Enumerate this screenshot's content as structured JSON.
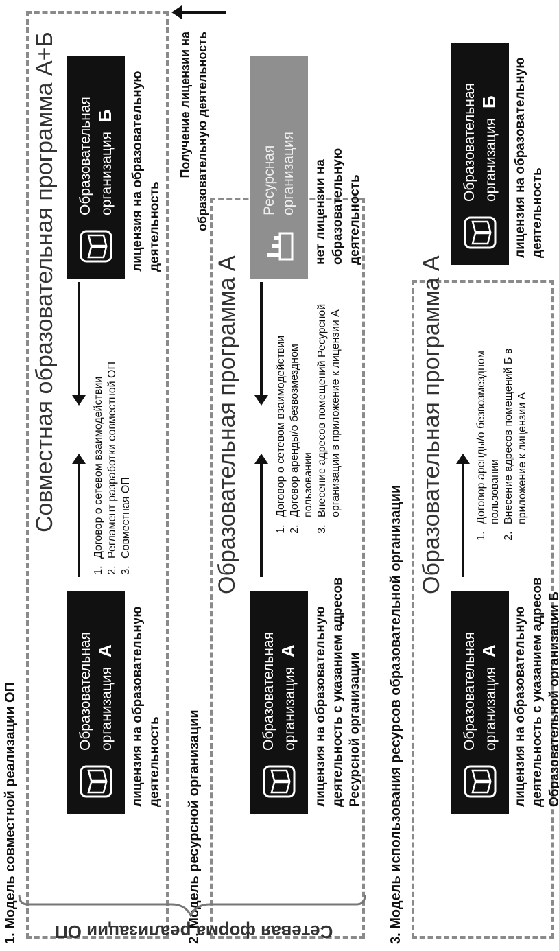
{
  "side_label": "Сетевая форма реализации ОП",
  "sections": [
    {
      "heading": "1. Модель совместной реализации ОП",
      "program": "Совместная образовательная программа А+Б",
      "left_org": {
        "name_line1": "Образовательная",
        "name_line2": "организация",
        "letter": "А"
      },
      "right_org": {
        "name_line1": "Образовательная",
        "name_line2": "организация",
        "letter": "Б"
      },
      "left_note": "лицензия на образовательную деятельность",
      "right_note": "лицензия на образовательную деятельность",
      "items": [
        "Договор о сетевом взаимодействии",
        "Регламент разработки совместной ОП",
        "Совместная ОП"
      ]
    },
    {
      "heading": "2. Модель ресурсной организации",
      "program": "Образовательная программа А",
      "left_org": {
        "name_line1": "Образовательная",
        "name_line2": "организация",
        "letter": "А"
      },
      "right_org": {
        "name_line1": "Ресурсная",
        "name_line2": "организация"
      },
      "left_note": "лицензия на образовательную деятельность с указанием адресов Ресурсной организации",
      "right_note": "нет лицензии на образовательную деятельность",
      "items": [
        "Договор о сетевом взаимодействии",
        "Договор аренды/о безвозмездном пользовании",
        "Внесение адресов помещений Ресурсной организации в приложение к лицензии А"
      ]
    },
    {
      "heading": "3. Модель использования ресурсов образовательной организации",
      "program": "Образовательная программа А",
      "left_org": {
        "name_line1": "Образовательная",
        "name_line2": "организация",
        "letter": "А"
      },
      "right_org": {
        "name_line1": "Образовательная",
        "name_line2": "организация",
        "letter": "Б"
      },
      "left_note": "лицензия на образовательную деятельность с указанием адресов Образовательной организации Б",
      "right_note": "лицензия на образовательную деятельность",
      "items": [
        "Договор аренды/о безвозмездном пользовании",
        "Внесение адресов помещений Б в приложение к лицензии А"
      ]
    }
  ],
  "license_arrow_label": "Получение лицензии на образовательную деятельность",
  "colors": {
    "org_box": "#111111",
    "resource_box": "#8f8f8f",
    "dashed_border": "#8a8a8a"
  }
}
